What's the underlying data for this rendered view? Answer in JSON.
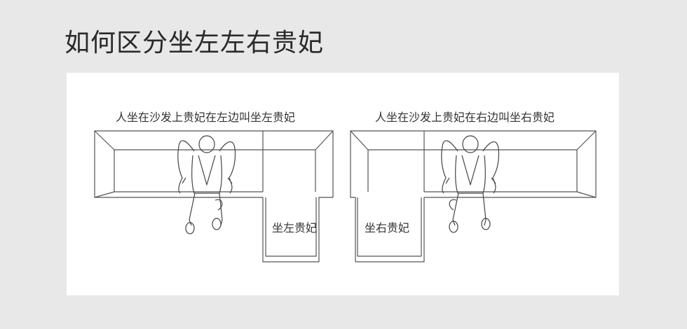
{
  "title": "如何区分坐左左右贵妃",
  "left_diagram": {
    "caption": "人坐在沙发上贵妃在左边叫坐左贵妃",
    "seat_label": "坐左贵妃"
  },
  "right_diagram": {
    "caption": "人坐在沙发上贵妃在右边叫坐右贵妃",
    "seat_label": "坐右贵妃"
  },
  "colors": {
    "background": "#e8e8e8",
    "panel": "#ffffff",
    "line": "#555555",
    "text": "#333333"
  }
}
